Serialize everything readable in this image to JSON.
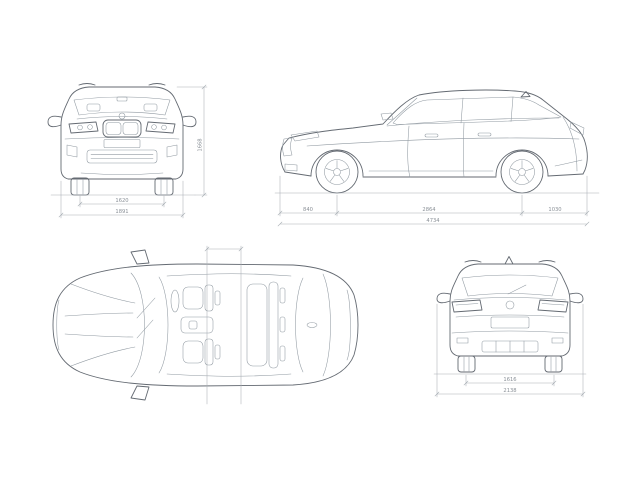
{
  "meta": {
    "background": "#ffffff",
    "outline_color": "#646a72",
    "detail_color": "#9099a1",
    "dimension_color": "#aab0b6",
    "dim_text_color": "#8a9097"
  },
  "views": {
    "front": {
      "dims": {
        "height_mm": "1668",
        "track_mm": "1620",
        "width_mm": "1891"
      }
    },
    "side": {
      "dims": {
        "front_overhang_mm": "840",
        "wheelbase_mm": "2864",
        "rear_overhang_mm": "1030",
        "length_mm": "4734"
      }
    },
    "rear": {
      "dims": {
        "track_mm": "1616",
        "width_with_mirrors_mm": "2138"
      }
    }
  }
}
